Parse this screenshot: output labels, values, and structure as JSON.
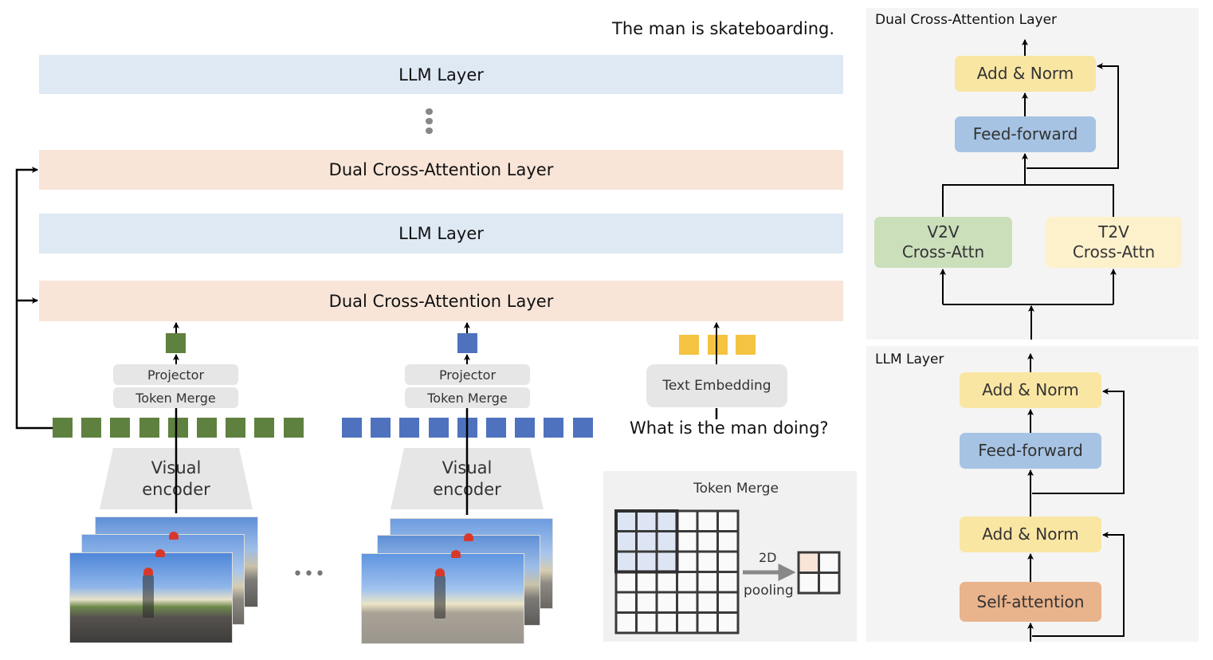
{
  "main": {
    "output_text": "The man is skateboarding.",
    "layers": [
      {
        "type": "llm",
        "label": "LLM Layer"
      },
      {
        "type": "ellipsis",
        "label": "⋮"
      },
      {
        "type": "dca",
        "label": "Dual Cross-Attention Layer"
      },
      {
        "type": "llm",
        "label": "LLM Layer"
      },
      {
        "type": "dca",
        "label": "Dual Cross-Attention Layer"
      }
    ],
    "branches": [
      {
        "name": "visual-branch-1",
        "projector": "Projector",
        "token_merge": "Token Merge",
        "encoder": "Visual\nencoder",
        "encoder_line1": "Visual",
        "encoder_line2": "encoder",
        "token_color": "#5f813f",
        "token_count": 9
      },
      {
        "name": "visual-branch-2",
        "projector": "Projector",
        "token_merge": "Token Merge",
        "encoder": "Visual\nencoder",
        "encoder_line1": "Visual",
        "encoder_line2": "encoder",
        "token_color": "#4e72bd",
        "token_count": 9
      }
    ],
    "frames_ellipsis": "•••",
    "text_branch": {
      "embedding_label": "Text Embedding",
      "question": "What is the man doing?",
      "token_color": "#f4c342",
      "token_count": 3
    }
  },
  "token_merge_inset": {
    "title": "Token Merge",
    "arrow_top": "2D",
    "arrow_bottom": "pooling",
    "grid_in": "6x6",
    "grid_out": "2x2",
    "highlight_in_color": "#dde4f3",
    "highlight_out_color": "#f8e5d8"
  },
  "dca_detail": {
    "title": "Dual Cross-Attention Layer",
    "add_norm": "Add & Norm",
    "feed_forward": "Feed-forward",
    "v2v_line1": "V2V",
    "v2v_line2": "Cross-Attn",
    "t2v_line1": "T2V",
    "t2v_line2": "Cross-Attn"
  },
  "llm_detail": {
    "title": "LLM Layer",
    "add_norm_top": "Add & Norm",
    "feed_forward": "Feed-forward",
    "add_norm_bottom": "Add & Norm",
    "self_attention": "Self-attention"
  },
  "colors": {
    "llm_bar": "#dfe9f4",
    "dca_bar": "#f8e5d8",
    "add_norm": "#fae6a3",
    "feed_forward": "#a6c3e3",
    "v2v": "#cbdfbb",
    "t2v": "#fdf1cc",
    "self_attention": "#e9b38c",
    "panel_bg": "#f4f4f4"
  }
}
